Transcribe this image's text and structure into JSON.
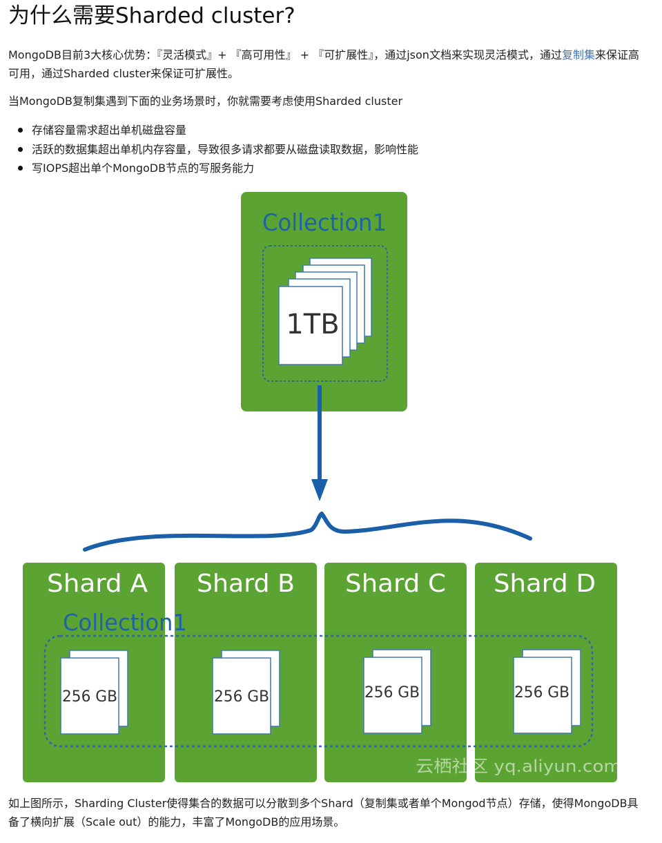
{
  "title": "为什么需要Sharded cluster?",
  "intro": {
    "before_link": "MongoDB目前3大核心优势：『灵活模式』+ 『高可用性』 + 『可扩展性』，通过json文档来实现灵活模式，通过",
    "link_text": "复制集",
    "after_link": "来保证高可用，通过Sharded cluster来保证可扩展性。"
  },
  "scenario_intro": "当MongoDB复制集遇到下面的业务场景时，你就需要考虑使用Sharded cluster",
  "scenarios": [
    "存储容量需求超出单机磁盘容量",
    "活跃的数据集超出单机内存容量，导致很多请求都要从磁盘读取数据，影响性能",
    "写IOPS超出单个MongoDB节点的写服务能力"
  ],
  "diagram": {
    "source_collection_label": "Collection1",
    "source_size": "1TB",
    "shard_collection_label": "Collection1",
    "shards": [
      {
        "name": "Shard A",
        "size": "256 GB"
      },
      {
        "name": "Shard B",
        "size": "256 GB"
      },
      {
        "name": "Shard C",
        "size": "256 GB"
      },
      {
        "name": "Shard D",
        "size": "256 GB"
      }
    ],
    "watermark": "云栖社区 yq.aliyun.com",
    "colors": {
      "green": "#5ba332",
      "blue": "#1a5fa8",
      "label_blue": "#1e62a8",
      "doc_border": "#3f79b0"
    }
  },
  "conclusion": "如上图所示，Sharding Cluster使得集合的数据可以分散到多个Shard（复制集或者单个Mongod节点）存储，使得MongoDB具备了横向扩展（Scale out）的能力，丰富了MongoDB的应用场景。"
}
